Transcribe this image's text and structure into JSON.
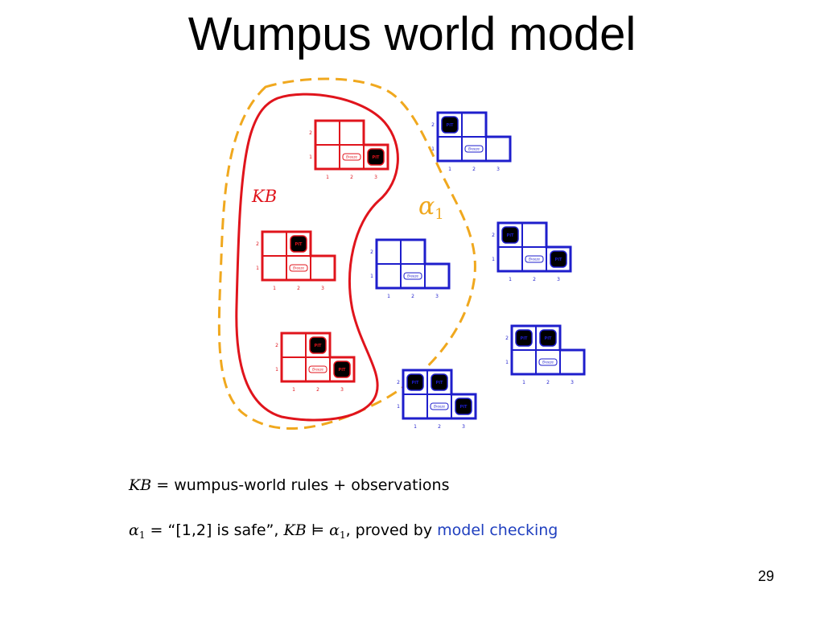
{
  "slide": {
    "title": "Wumpus world model",
    "page_number": "29"
  },
  "diagram": {
    "kb_label": "KB",
    "alpha_symbol": "α",
    "alpha_subscript": "1",
    "pit_label": "PIT",
    "breeze_label": "Breeze",
    "col_labels": [
      "1",
      "2",
      "3"
    ],
    "row_labels": [
      "1",
      "2"
    ],
    "colors": {
      "kb_models": "#e0141c",
      "alpha_models": "#1e1ecc",
      "alpha_boundary": "#f0a81e",
      "pit": "#000000"
    }
  },
  "captions": {
    "line1": {
      "math_lhs": "KB",
      "eq": "=",
      "text": "wumpus-world rules + observations"
    },
    "line2": {
      "alpha": "α",
      "alpha_sub": "1",
      "eq": "=",
      "quote": "“[1,2] is safe”,",
      "kb": "KB",
      "entails": "⊨",
      "alpha2": "α",
      "alpha2_sub": "1",
      "middle": ", proved by",
      "link": "model checking"
    }
  }
}
